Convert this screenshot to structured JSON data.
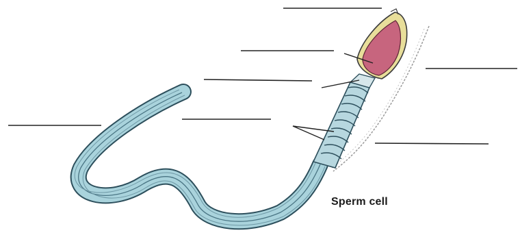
{
  "caption": "Sperm cell",
  "colors": {
    "tail_fill": "#a9d3dc",
    "tail_outline": "#2d4f5c",
    "tail_inner": "#4a7584",
    "acrosome_fill": "#e8de9a",
    "nucleus_fill": "#c7657e",
    "midpiece_fill": "#b7d7df",
    "membrane": "#9a9a9a"
  },
  "label_blanks": [
    {
      "name": "label-blank-acrosome"
    },
    {
      "name": "label-blank-nucleus"
    },
    {
      "name": "label-blank-neck"
    },
    {
      "name": "label-blank-membrane"
    },
    {
      "name": "label-blank-tail-tip"
    },
    {
      "name": "label-blank-tail"
    },
    {
      "name": "label-blank-midpiece-mitochondria"
    },
    {
      "name": "label-blank-axial-sheath"
    }
  ]
}
